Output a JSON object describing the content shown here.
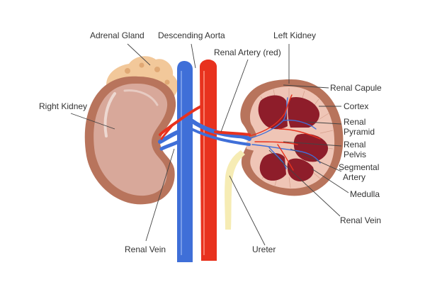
{
  "colors": {
    "artery": "#e8321e",
    "vein": "#3f6fd8",
    "kidney_outer": "#b8745c",
    "kidney_fill": "#d8a89a",
    "medulla_tissue": "#efc5b6",
    "pyramid": "#8e1d2a",
    "ureter": "#f6ecb4",
    "adrenal": "#f2c89a",
    "label_text": "#333333"
  },
  "labels": {
    "adrenal_gland": "Adrenal Gland",
    "descending_aorta": "Descending Aorta",
    "left_kidney": "Left Kidney",
    "renal_artery_red": "Renal Artery (red)",
    "right_kidney": "Right Kidney",
    "renal_capule": "Renal Capule",
    "cortex": "Cortex",
    "renal_pyramid_line1": "Renal",
    "renal_pyramid_line2": "Pyramid",
    "renal_pelvis_line1": "Renal",
    "renal_pelvis_line2": "Pelvis",
    "segmental_artery_line1": "Segmental",
    "segmental_artery_line2": "Artery",
    "medulla": "Medulla",
    "renal_vein_right": "Renal Vein",
    "renal_vein_left": "Renal Vein",
    "ureter": "Ureter"
  }
}
